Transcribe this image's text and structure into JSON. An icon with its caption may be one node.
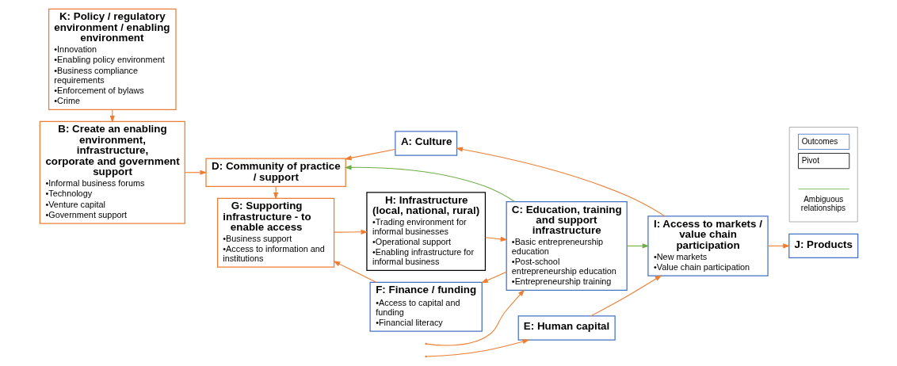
{
  "diagram": {
    "nodes": [
      {
        "text": [
          "K: Policy / regulatory environment / enabling environment",
          "•Innovation",
          "•Enabling policy environment",
          "•Business compliance requirements",
          "•Enforcement of bylaws",
          "•Crime"
        ]
      },
      {
        "text": [
          "H: Infrastructure (local, national, rural)",
          "•Trading environment for informal businesses",
          "•Operational support",
          "•Enabling infrastructure for informal business"
        ]
      },
      {
        "text": [
          "C: Education, training and support infrastructure",
          "•Basic entrepreneurship education",
          "•Post-school entrepreneurship education",
          "•Entrepreneurship training"
        ]
      },
      {
        "text": [
          "E: Human capital"
        ]
      },
      {
        "text": [
          "G: Supporting infrastructure - to enable access",
          "•Business support",
          "•Access to information and institutions"
        ]
      },
      {
        "text": [
          "F: Finance / funding",
          "•Access to capital and funding",
          "•Financial literacy"
        ]
      },
      {
        "text": [
          "I: Access to markets / value chain participation",
          "•New markets",
          "•Value chain participation"
        ]
      },
      {
        "text": [
          "J: Products"
        ]
      },
      {
        "text": [
          "B: Create an enabling environment, infrastructure, corporate and government support",
          "•Informal business forums",
          "•Technology",
          "•Venture capital",
          "•Government support"
        ]
      },
      {
        "text": [
          "D: Community of practice / support"
        ]
      },
      {
        "text": [
          "A: Culture"
        ]
      }
    ],
    "edges": [
      {
        "from": null,
        "to": 2,
        "arrow": "to"
      },
      {
        "from": null,
        "to": 3,
        "arrow": "to"
      },
      {
        "from": 1,
        "to": 2,
        "arrow": "to"
      },
      {
        "from": 2,
        "to": 5,
        "arrow": "to"
      },
      {
        "from": 2,
        "to": 6,
        "arrow": "to",
        "color": "#70ad47"
      },
      {
        "from": 2,
        "to": 9,
        "arrow": "to",
        "color": "#70ad47"
      },
      {
        "from": 5,
        "to": 4,
        "arrow": "to"
      },
      {
        "from": 4,
        "to": 1,
        "arrow": "to"
      },
      {
        "from": 9,
        "to": 4,
        "arrow": "to"
      },
      {
        "from": 0,
        "to": 8,
        "arrow": "to"
      },
      {
        "from": 8,
        "to": 9,
        "arrow": "to"
      },
      {
        "from": 10,
        "to": 9,
        "arrow": "to"
      },
      {
        "from": 6,
        "to": 10,
        "arrow": "to"
      },
      {
        "from": 3,
        "to": 6,
        "arrow": "to"
      },
      {
        "from": 6,
        "to": 7,
        "arrow": "to"
      }
    ],
    "legend": [
      {
        "text": "Outcomes"
      },
      {
        "text": "Pivot"
      },
      {
        "text": "Ambiguous relationships"
      }
    ]
  }
}
